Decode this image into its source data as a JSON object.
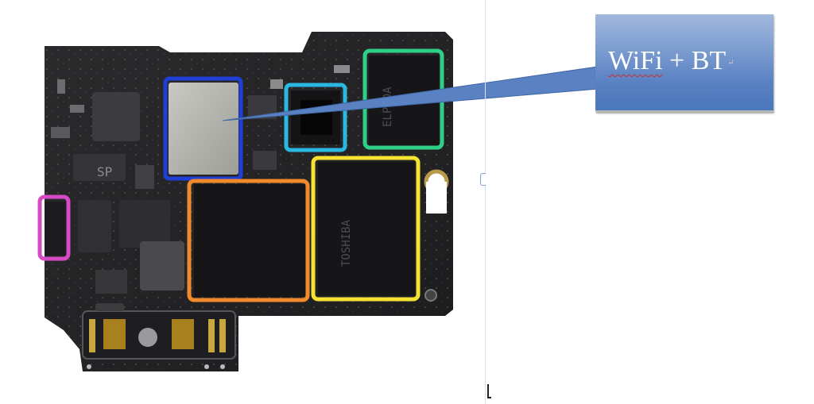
{
  "callout": {
    "label_main": "WiFi",
    "label_rest": " + BT",
    "paragraph_mark": "↵"
  },
  "chips": {
    "elpida_brand": "ELPIDA",
    "toshiba_brand": "TOSHIBA",
    "sp_marking": "SP"
  },
  "colors": {
    "callout_fill": "#5a82c3",
    "highlight_blue": "#1f3fd6",
    "highlight_cyan": "#2ab8e0",
    "highlight_green": "#2fcf86",
    "highlight_yellow": "#f5e233",
    "highlight_orange": "#f08a2a",
    "highlight_magenta": "#d64ac4"
  },
  "icons": {
    "text_cursor": "text-cursor-icon",
    "side_handle": "resize-handle-icon"
  }
}
